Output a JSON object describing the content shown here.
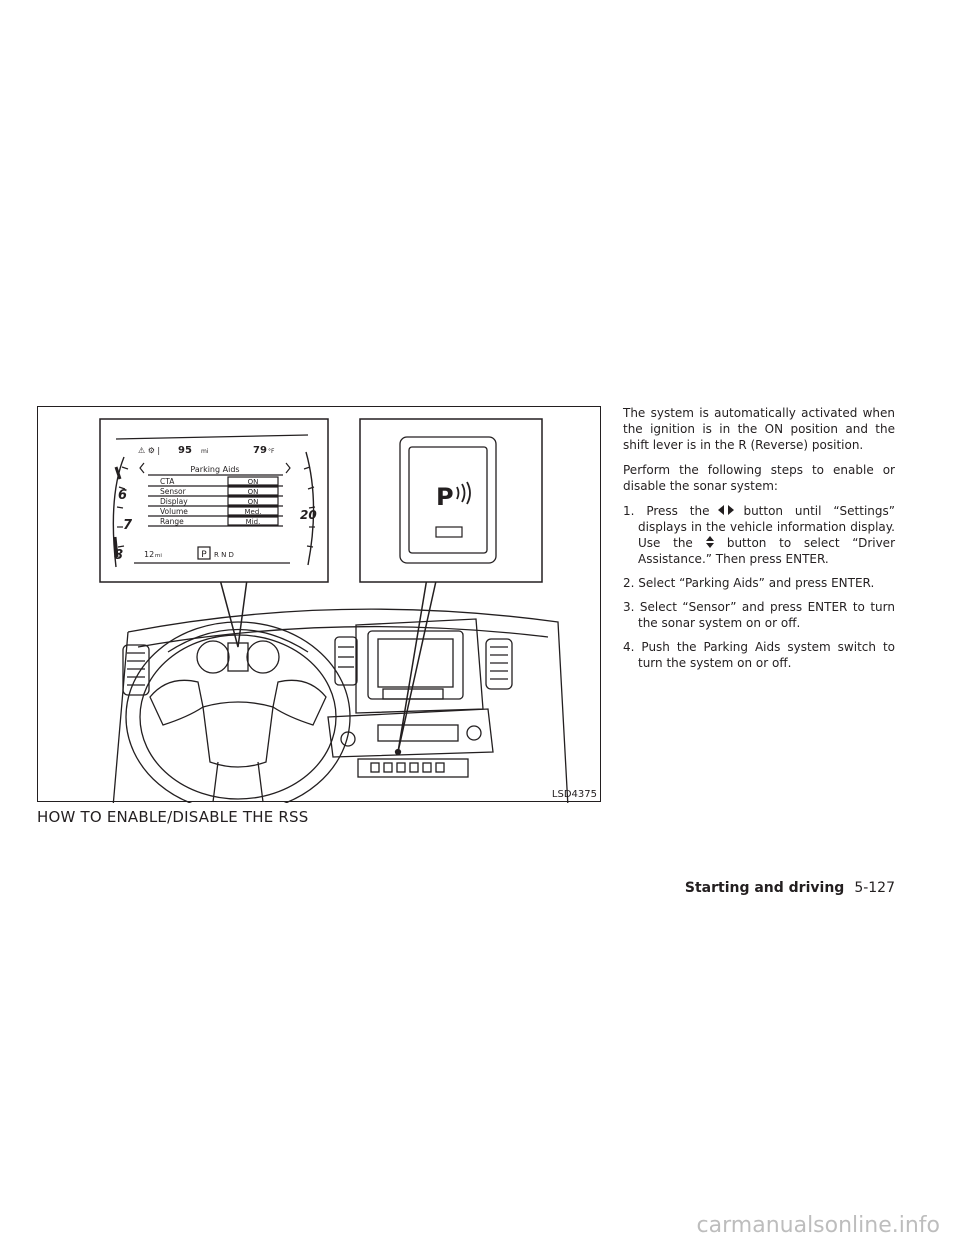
{
  "figure": {
    "code": "LSD4375",
    "display": {
      "odometer": "95",
      "odometer_unit": "mi",
      "temperature": "79",
      "temperature_unit": "°F",
      "menu_title": "Parking Aids",
      "menu_rows": [
        {
          "label": "CTA",
          "value": "ON"
        },
        {
          "label": "Sensor",
          "value": "ON"
        },
        {
          "label": "Display",
          "value": "ON"
        },
        {
          "label": "Volume",
          "value": "Med."
        },
        {
          "label": "Range",
          "value": "Mid."
        }
      ],
      "range": "12",
      "range_unit": "mi",
      "gear_selected": "P",
      "gears": "R N D",
      "tach_labels": [
        "6",
        "7",
        "8"
      ],
      "speed_label": "20"
    },
    "switch_symbol": "P"
  },
  "heading": "HOW TO ENABLE/DISABLE THE RSS",
  "body": {
    "intro": "The system is automatically activated when the ignition is in the ON position and the shift lever is in the R (Reverse) position.",
    "perform": "Perform the following steps to enable or disable the sonar system:",
    "steps": [
      {
        "num": "1.",
        "pre": "Press the",
        "mid": "button until “Settings” displays in the vehicle information display. Use the",
        "post": "button to select “Driver Assistance.” Then press ENTER."
      },
      {
        "num": "2.",
        "text": "Select “Parking Aids” and press ENTER."
      },
      {
        "num": "3.",
        "text": "Select “Sensor” and press ENTER to turn the sonar system on or off."
      },
      {
        "num": "4.",
        "text": "Push the Parking Aids system switch to turn the system on or off."
      }
    ]
  },
  "footer": {
    "section": "Starting and driving",
    "page": "5-127"
  },
  "watermark": "carmanualsonline.info",
  "icons": {
    "left_right": "left-right-arrows-icon",
    "up_down": "up-down-arrows-icon"
  }
}
